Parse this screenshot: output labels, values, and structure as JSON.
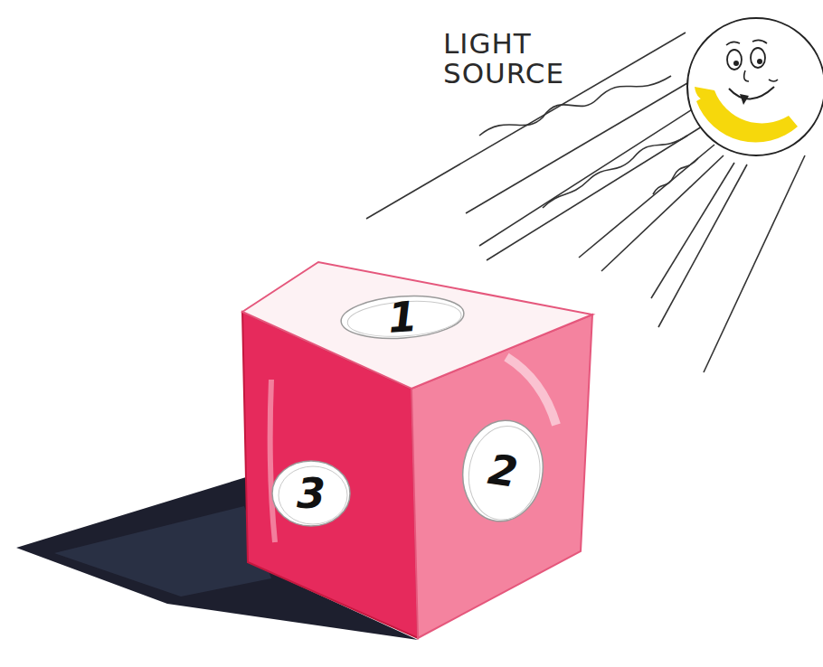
{
  "diagram": {
    "nodes": [
      {
        "text": [
          "1"
        ]
      },
      {
        "text": [
          "2"
        ]
      },
      {
        "text": [
          "3"
        ]
      }
    ],
    "labels": [
      "LIGHT SOURCE"
    ]
  }
}
